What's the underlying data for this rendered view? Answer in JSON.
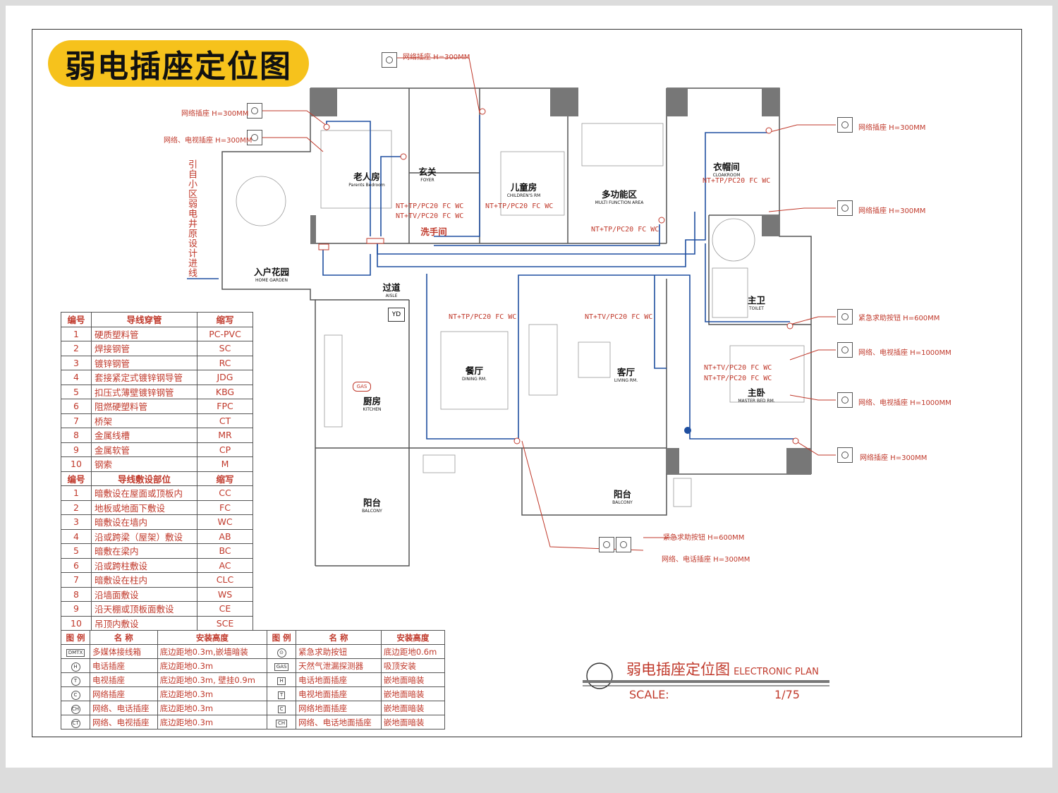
{
  "title": "弱电插座定位图",
  "note_vertical": "引自小区弱电井原设计进线",
  "rooms": [
    {
      "zh": "老人房",
      "en": "Parents Bedroom"
    },
    {
      "zh": "玄关",
      "en": "FOYER"
    },
    {
      "zh": "儿童房",
      "en": "CHILDREN'S RM"
    },
    {
      "zh": "多功能区",
      "en": "MULTI FUNCTION AREA"
    },
    {
      "zh": "衣帽间",
      "en": "CLOAKROOM"
    },
    {
      "zh": "入户花园",
      "en": "HOME GARDEN"
    },
    {
      "zh": "洗手间",
      "en": ""
    },
    {
      "zh": "过道",
      "en": "AISLE"
    },
    {
      "zh": "主卫",
      "en": "TOILET"
    },
    {
      "zh": "餐厅",
      "en": "DINING RM."
    },
    {
      "zh": "客厅",
      "en": "LIVING RM."
    },
    {
      "zh": "主卧",
      "en": "MASTER BED RM."
    },
    {
      "zh": "厨房",
      "en": "KITCHEN"
    },
    {
      "zh": "阳台",
      "en": "BALCONY"
    },
    {
      "zh": "阳台",
      "en": "BALCONY"
    }
  ],
  "circuits": [
    "NT+TP/PC20 FC WC",
    "NT+TV/PC20 FC WC",
    "NT+TP/PC20 FC WC",
    "NT+TP/PC20 FC WC",
    "NT+TP/PC20 FC WC",
    "NT+TP/PC20 FC WC",
    "NT+TV/PC20 FC WC",
    "NT+TV/PC20 FC WC",
    "NT+TP/PC20 FC WC"
  ],
  "callouts": [
    "网络插座 H=300MM",
    "网络插座 H=300MM",
    "网络、电视插座 H=300MM",
    "网络插座 H=300MM",
    "网络插座 H=300MM",
    "紧急求助按钮 H=600MM",
    "网络、电视插座 H=1000MM",
    "网络、电视插座 H=1000MM",
    "网络插座 H=300MM",
    "紧急求助按钮 H=600MM",
    "网络、电话插座 H=300MM"
  ],
  "tag_yd": "YD",
  "tag_gas": "GAS",
  "pipe_table": {
    "headers": [
      "编号",
      "导线穿管",
      "缩写"
    ],
    "rows": [
      [
        "1",
        "硬质塑料管",
        "PC-PVC"
      ],
      [
        "2",
        "焊接钢管",
        "SC"
      ],
      [
        "3",
        "镀锌钢管",
        "RC"
      ],
      [
        "4",
        "套接紧定式镀锌钢导管",
        "JDG"
      ],
      [
        "5",
        "扣压式薄壁镀锌钢管",
        "KBG"
      ],
      [
        "6",
        "阻燃硬塑料管",
        "FPC"
      ],
      [
        "7",
        "桥架",
        "CT"
      ],
      [
        "8",
        "金属线槽",
        "MR"
      ],
      [
        "9",
        "金属软管",
        "CP"
      ],
      [
        "10",
        "钢索",
        "M"
      ]
    ]
  },
  "laying_table": {
    "headers": [
      "编号",
      "导线敷设部位",
      "缩写"
    ],
    "rows": [
      [
        "1",
        "暗敷设在屋面或顶板内",
        "CC"
      ],
      [
        "2",
        "地板或地面下敷设",
        "FC"
      ],
      [
        "3",
        "暗敷设在墙内",
        "WC"
      ],
      [
        "4",
        "沿或跨梁（屋架）敷设",
        "AB"
      ],
      [
        "5",
        "暗敷在梁内",
        "BC"
      ],
      [
        "6",
        "沿或跨柱敷设",
        "AC"
      ],
      [
        "7",
        "暗敷设在柱内",
        "CLC"
      ],
      [
        "8",
        "沿墙面敷设",
        "WS"
      ],
      [
        "9",
        "沿天棚或顶板面敷设",
        "CE"
      ],
      [
        "10",
        "吊顶内敷设",
        "SCE"
      ]
    ]
  },
  "legend": {
    "headers": [
      "图 例",
      "名 称",
      "安装高度",
      "图 例",
      "名 称",
      "安装高度"
    ],
    "rows": [
      {
        "s1": "DMTX",
        "n1": "多媒体接线箱",
        "h1": "底边距地0.3m,嵌墙暗装",
        "s2": "⊙",
        "n2": "紧急求助按钮",
        "h2": "底边距地0.6m"
      },
      {
        "s1": "H",
        "n1": "电话插座",
        "h1": "底边距地0.3m",
        "s2": "GAS",
        "n2": "天然气泄漏探测器",
        "h2": "吸顶安装"
      },
      {
        "s1": "T",
        "n1": "电视插座",
        "h1": "底边距地0.3m, 壁挂0.9m",
        "s2": "H",
        "n2": "电话地面插座",
        "h2": "嵌地面暗装"
      },
      {
        "s1": "C",
        "n1": "网络插座",
        "h1": "底边距地0.3m",
        "s2": "T",
        "n2": "电视地面插座",
        "h2": "嵌地面暗装"
      },
      {
        "s1": "CH",
        "n1": "网络、电话插座",
        "h1": "底边距地0.3m",
        "s2": "C",
        "n2": "网络地面插座",
        "h2": "嵌地面暗装"
      },
      {
        "s1": "CT",
        "n1": "网络、电视插座",
        "h1": "底边距地0.3m",
        "s2": "CH",
        "n2": "网络、电话地面插座",
        "h2": "嵌地面暗装"
      }
    ]
  },
  "scale_block": {
    "title_zh": "弱电插座定位图",
    "title_en": "ELECTRONIC PLAN",
    "scale_label": "SCALE:",
    "scale_value": "1/75"
  },
  "colors": {
    "accent": "#f6c21c",
    "red": "#c0392b",
    "blue": "#1f4fa0",
    "wall": "#777777"
  }
}
